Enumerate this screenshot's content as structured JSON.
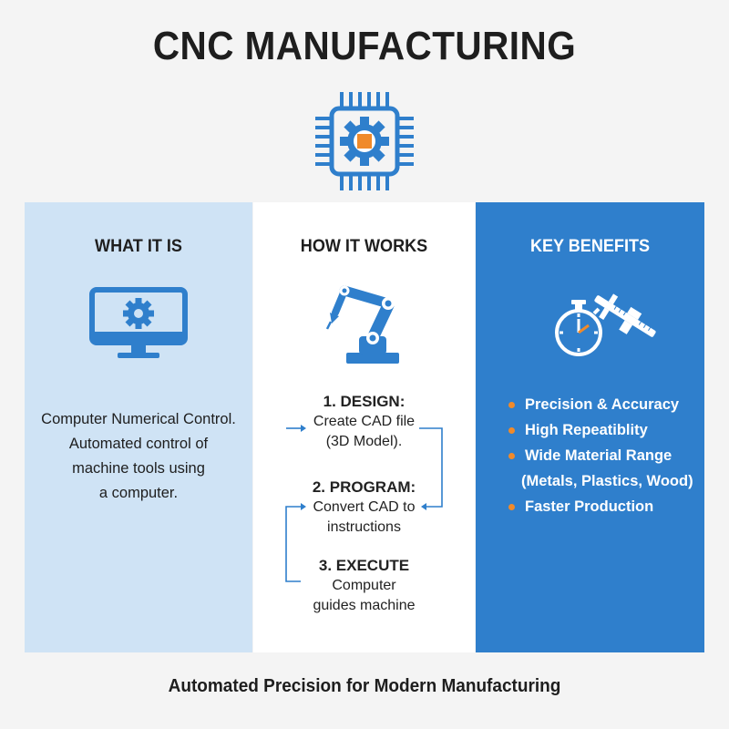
{
  "title": "CNC MANUFACTURING",
  "colors": {
    "blue": "#2f7fcc",
    "light_blue": "#cfe3f5",
    "accent_orange": "#f08a2a"
  },
  "header_icon": "cpu-gear-icon",
  "panels": {
    "what_it_is": {
      "heading": "WHAT IT IS",
      "icon": "monitor-gear-icon",
      "lines": [
        "Computer Numerical Control.",
        "Automated control of",
        "machine tools using",
        "a computer."
      ]
    },
    "how_it_works": {
      "heading": "HOW IT WORKS",
      "icon": "robotic-arm-icon",
      "steps": [
        {
          "title": "1. DESIGN:",
          "lines": [
            "Create CAD file",
            "(3D Model)."
          ]
        },
        {
          "title": "2. PROGRAM:",
          "lines": [
            "Convert CAD to",
            "instructions"
          ]
        },
        {
          "title": "3. EXECUTE",
          "lines": [
            "Computer",
            "guides machine"
          ]
        }
      ]
    },
    "key_benefits": {
      "heading": "KEY BENEFITS",
      "icon": "stopwatch-caliper-icon",
      "items": [
        "Precision & Accuracy",
        "High Repeatiblity",
        "Wide Material Range",
        "(Metals, Plastics, Wood)",
        "Faster Production"
      ]
    }
  },
  "tagline": "Automated Precision for Modern Manufacturing"
}
